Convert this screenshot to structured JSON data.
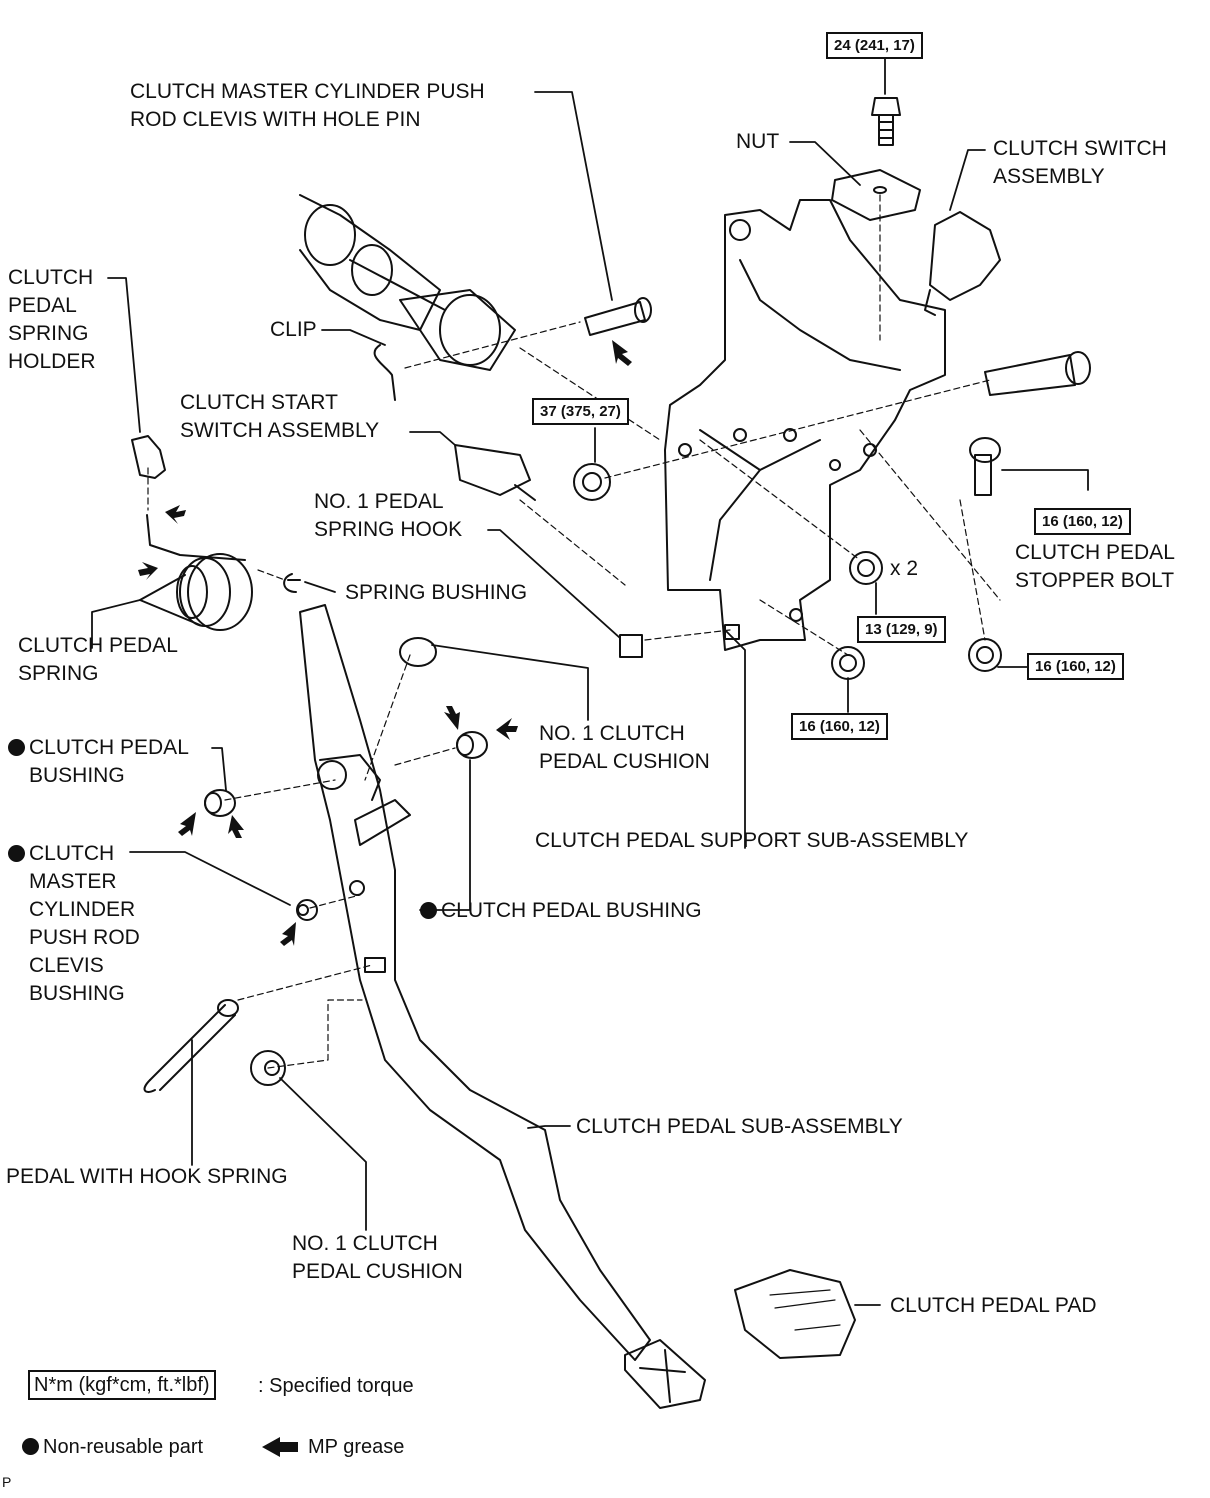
{
  "title": "Clutch pedal assembly exploded view",
  "labels": {
    "push_rod_pin": "CLUTCH MASTER CYLINDER PUSH\nROD CLEVIS WITH HOLE PIN",
    "nut": "NUT",
    "clutch_switch": "CLUTCH SWITCH\nASSEMBLY",
    "spring_holder": "CLUTCH\nPEDAL\nSPRING\nHOLDER",
    "clip": "CLIP",
    "start_switch": "CLUTCH START\nSWITCH ASSEMBLY",
    "spring_hook": "NO. 1 PEDAL\nSPRING HOOK",
    "stopper_bolt": "CLUTCH PEDAL\nSTOPPER BOLT",
    "spring_bushing": "SPRING BUSHING",
    "pedal_spring": "CLUTCH PEDAL\nSPRING",
    "x2": "x 2",
    "cushion_upper": "NO. 1 CLUTCH\nPEDAL CUSHION",
    "pedal_bushing_left": "CLUTCH PEDAL\nBUSHING",
    "support": "CLUTCH PEDAL SUPPORT SUB-ASSEMBLY",
    "clevis_bushing": "CLUTCH\nMASTER\nCYLINDER\nPUSH ROD\nCLEVIS\nBUSHING",
    "pedal_bushing_right": "CLUTCH PEDAL BUSHING",
    "pedal_sub": "CLUTCH PEDAL SUB-ASSEMBLY",
    "hook_spring": "PEDAL WITH HOOK SPRING",
    "cushion_lower": "NO. 1 CLUTCH\nPEDAL CUSHION",
    "pedal_pad": "CLUTCH PEDAL PAD"
  },
  "torques": {
    "top_bolt": "24 (241, 17)",
    "nut_left": "37 (375, 27)",
    "stopper": "16 (160, 12)",
    "nuts_x2": "13 (129, 9)",
    "nut_right": "16 (160, 12)",
    "nut_bottom": "16 (160, 12)"
  },
  "legend": {
    "torque_unit": "N*m (kgf*cm, ft.*lbf)",
    "torque_desc": ": Specified torque",
    "non_reusable": "Non-reusable part",
    "grease": "MP grease",
    "page_mark": "P"
  }
}
